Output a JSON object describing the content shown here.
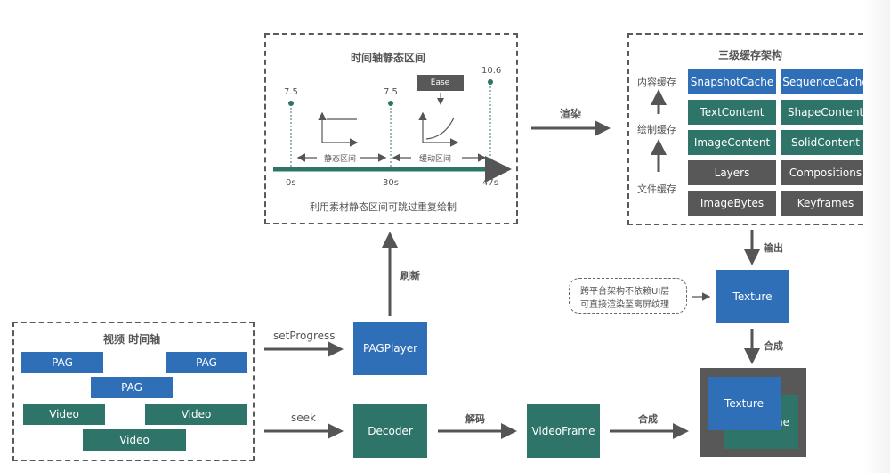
{
  "colors": {
    "blue": "#2f6fb8",
    "teal": "#2e7468",
    "gray": "#585858",
    "arrow": "#555555"
  },
  "timeline_static": {
    "title": "时间轴静态区间",
    "ease_label": "Ease",
    "keyframes": [
      {
        "value": "7.5",
        "time": "0s"
      },
      {
        "value": "7.5",
        "time": "30s"
      },
      {
        "value": "10.6",
        "time": "47s"
      }
    ],
    "static_range_label": "静态区间",
    "ease_range_label": "缓动区间",
    "caption": "利用素材静态区间可跳过重复绘制"
  },
  "render_label": "渲染",
  "cache": {
    "title": "三级缓存架构",
    "levels": [
      "内容缓存",
      "绘制缓存",
      "文件缓存"
    ],
    "rows": [
      {
        "color": "blue",
        "items": [
          "SnapshotCache",
          "SequenceCache"
        ]
      },
      {
        "color": "teal",
        "items": [
          "TextContent",
          "ShapeContent"
        ]
      },
      {
        "color": "teal",
        "items": [
          "ImageContent",
          "SolidContent"
        ]
      },
      {
        "color": "gray",
        "items": [
          "Layers",
          "Compositions"
        ]
      },
      {
        "color": "gray",
        "items": [
          "ImageBytes",
          "Keyframes"
        ]
      }
    ]
  },
  "output_label": "输出",
  "note": {
    "line1": "跨平台架构不依赖UI层",
    "line2": "可直接渲染至离屏纹理"
  },
  "texture_label": "Texture",
  "composite_label_vertical": "合成",
  "video_timeline": {
    "title": "视频 时间轴",
    "tracks": [
      "PAG",
      "PAG",
      "PAG",
      "Video",
      "Video",
      "Video"
    ]
  },
  "set_progress_label": "setProgress",
  "seek_label": "seek",
  "refresh_label": "刷新",
  "pag_player_label": "PAGPlayer",
  "decoder_label": "Decoder",
  "decode_label": "解码",
  "video_frame_label": "VideoFrame",
  "composite_label_horizontal": "合成",
  "final_texture_label": "Texture",
  "final_videoframe_partial": "ne"
}
